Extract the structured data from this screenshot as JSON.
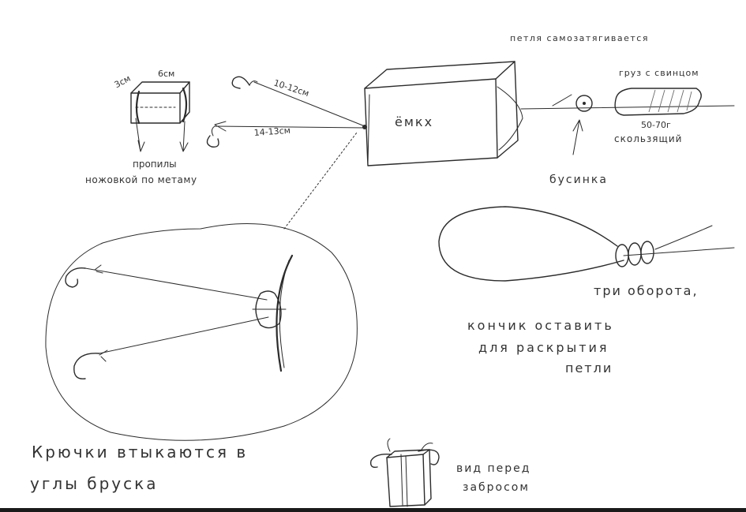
{
  "labels": {
    "loop_title": "петля самозатягивается",
    "sinker": "груз с свинцом",
    "sinker_weight": "50-70г",
    "sinker_type": "скользящий",
    "bead": "бусинка",
    "feeder": "ёмкх",
    "leash_top": "10-12см",
    "leash_bottom": "14-13см",
    "block_height": "3см",
    "block_width": "6см",
    "saw_cut_line1": "пропилы",
    "saw_cut_line2": "ножовкой по метаму",
    "turns": "три оборота,",
    "tip_line1": "кончик оставить",
    "tip_line2": "для раскрытия",
    "tip_line3": "петли",
    "hooks_line1": "Крючки втыкаются в",
    "hooks_line2": "углы бруска",
    "before_cast_line1": "вид перед",
    "before_cast_line2": "забросом"
  },
  "colors": {
    "ink": "#2b2b2b",
    "background": "#ffffff"
  }
}
